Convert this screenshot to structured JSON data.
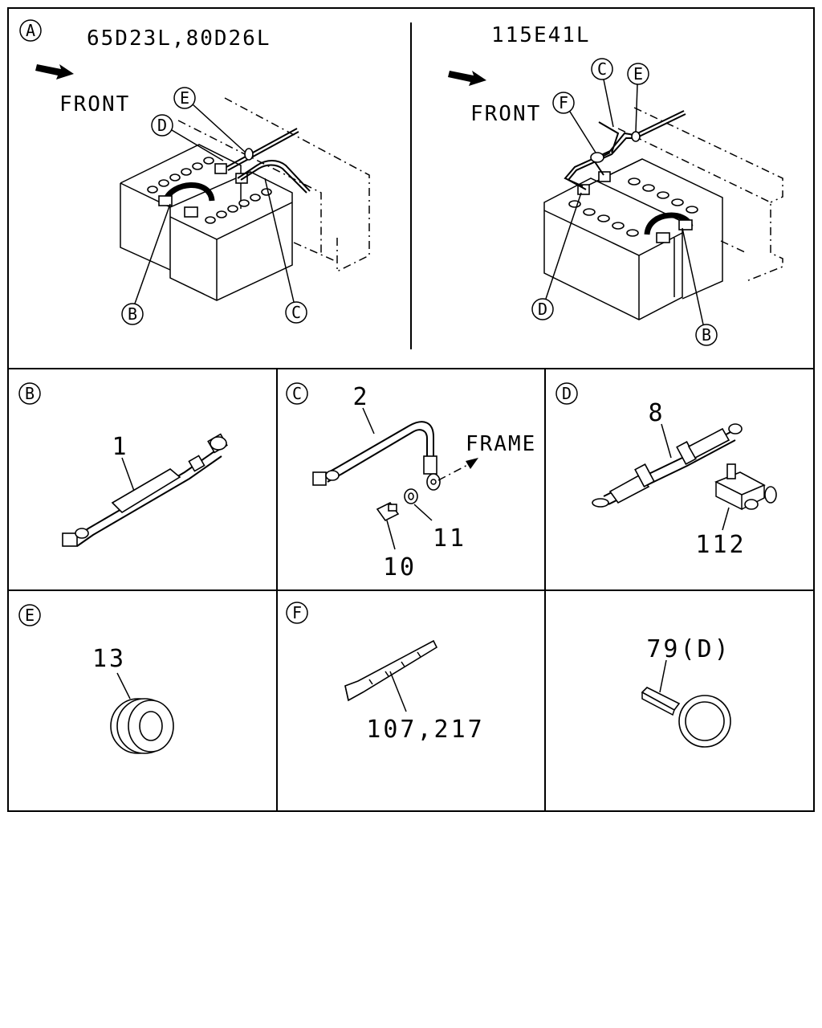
{
  "panels": {
    "a": {
      "marker": "A",
      "left": {
        "title": "65D23L,80D26L",
        "front": "FRONT",
        "callouts": [
          "E",
          "D",
          "B",
          "C"
        ]
      },
      "right": {
        "title": "115E41L",
        "front": "FRONT",
        "callouts": [
          "C",
          "E",
          "F",
          "D",
          "B"
        ]
      }
    },
    "b": {
      "marker": "B",
      "parts": [
        "1"
      ]
    },
    "c": {
      "marker": "C",
      "parts": [
        "2",
        "11",
        "10"
      ],
      "frame": "FRAME"
    },
    "d": {
      "marker": "D",
      "parts": [
        "8",
        "112"
      ]
    },
    "e": {
      "marker": "E",
      "parts": [
        "13"
      ]
    },
    "f": {
      "marker": "F",
      "parts": [
        "107,217"
      ]
    },
    "g": {
      "parts": [
        "79(D)"
      ]
    }
  }
}
